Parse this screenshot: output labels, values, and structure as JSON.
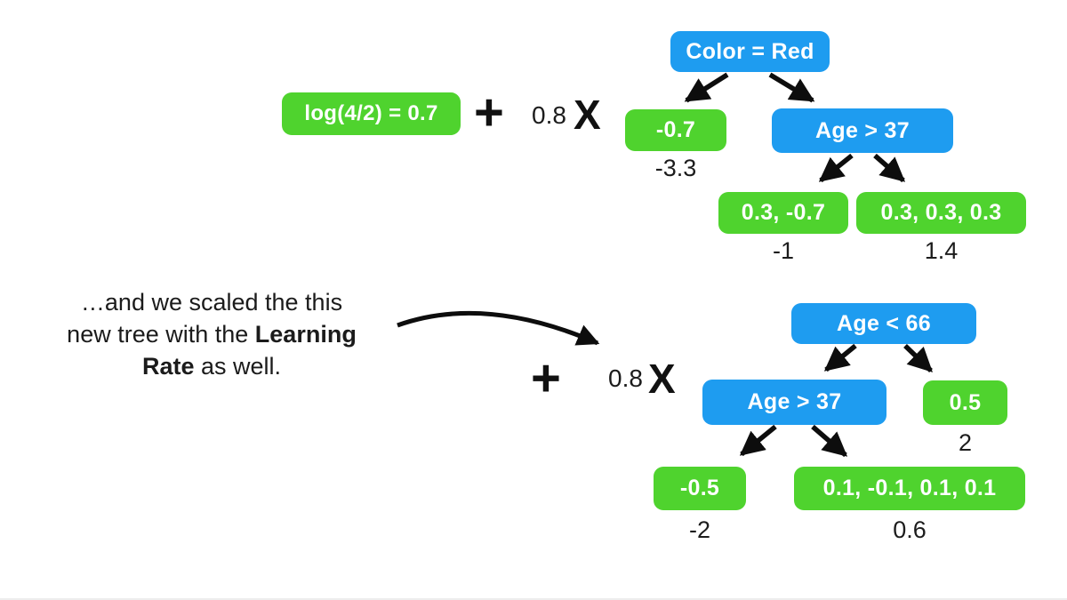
{
  "colors": {
    "node_blue": "#1e9cf0",
    "leaf_green": "#4fd32e",
    "arrow_black": "#0d0d0d"
  },
  "annotation": {
    "line1": "…and we scaled the this",
    "line2_normal": "new tree with the ",
    "line2_bold": "Learning",
    "line3_bold": "Rate",
    "line3_normal": " as well."
  },
  "expression1": {
    "initial_leaf": "log(4/2) = 0.7",
    "plus": "+",
    "learning_rate": "0.8",
    "times": "X"
  },
  "expression2": {
    "plus": "+",
    "learning_rate": "0.8",
    "times": "X"
  },
  "tree1": {
    "root": "Color = Red",
    "left_leaf": {
      "label": "-0.7",
      "value": "-3.3"
    },
    "right_node": "Age > 37",
    "right_left_leaf": {
      "label": "0.3, -0.7",
      "value": "-1"
    },
    "right_right_leaf": {
      "label": "0.3, 0.3, 0.3",
      "value": "1.4"
    }
  },
  "tree2": {
    "root": "Age < 66",
    "left_node": "Age > 37",
    "right_leaf": {
      "label": "0.5",
      "value": "2"
    },
    "left_left_leaf": {
      "label": "-0.5",
      "value": "-2"
    },
    "left_right_leaf": {
      "label": "0.1, -0.1, 0.1, 0.1",
      "value": "0.6"
    }
  }
}
